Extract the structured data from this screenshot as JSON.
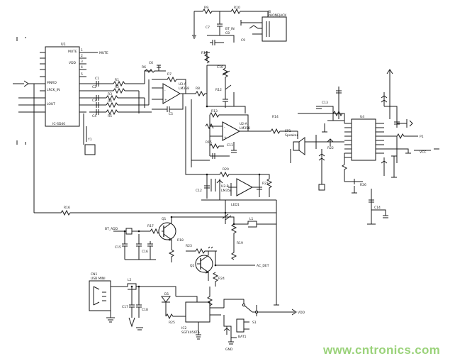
{
  "diagram": {
    "ic_main": {
      "header": "U1",
      "part": "IC-SD40",
      "pins_left": [
        "",
        "",
        "",
        "",
        "MNRD",
        "LRCK_IN",
        "",
        "LOUT",
        "",
        ""
      ],
      "pins_right": [
        "",
        "MUTE",
        "",
        "VDD",
        "",
        "",
        "",
        "",
        "",
        ""
      ]
    },
    "opamp_1": {
      "ref": "U3-A",
      "part": "LM358"
    },
    "opamp_2": {
      "ref": "U2-A",
      "part": "LM358"
    },
    "opamp_3": {
      "ref": "U2-B",
      "part": "LM358"
    },
    "ic_right": {
      "ref": "U4",
      "part": ""
    },
    "ic_power": {
      "ref": "IC2",
      "part": "SGT4056TA"
    },
    "connector_jack": {
      "ref": "J6",
      "part": "PHONEJACK"
    },
    "connector_usb": {
      "ref": "CN1",
      "part": "USB MINI"
    },
    "transistor_q1": {
      "ref": "Q1"
    },
    "transistor_q2": {
      "ref": "Q2"
    },
    "net_labels": {
      "mute": "MUTE",
      "bt_audio": "BT_ADD",
      "vcc": "VCC",
      "bat": "BAT",
      "ac_det": "AC_DET",
      "speaker": "Speaker",
      "vdd": "VDD"
    },
    "resistors": [
      "R1",
      "R2",
      "R3",
      "R4",
      "R5",
      "R6",
      "R7",
      "R8",
      "R9",
      "R10",
      "R11",
      "R12",
      "R13",
      "R14",
      "R15",
      "R20",
      "R21",
      "R22"
    ],
    "capacitors": [
      "C1",
      "C2",
      "C3",
      "C4",
      "C5",
      "C6",
      "C7",
      "C8",
      "C9",
      "C10",
      "C11",
      "C12"
    ],
    "switches": [
      "S1"
    ],
    "watermark": "www.cntronics.com",
    "colors": {
      "ink": "#1a1a1a",
      "watermark": "#9ad27a",
      "background": "#ffffff"
    }
  }
}
